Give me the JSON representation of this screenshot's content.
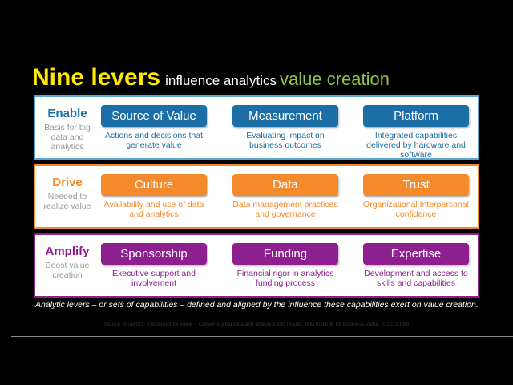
{
  "title": {
    "bold": "Nine levers",
    "middle": "influence analytics",
    "end": "value creation"
  },
  "colors": {
    "enable": "#1b6fa6",
    "drive": "#f58a2c",
    "amplify": "#8e1f8e"
  },
  "rows": [
    {
      "name": "Enable",
      "desc": "Basis for big data and analytics",
      "levers": [
        {
          "label": "Source of Value",
          "desc": "Actions and decisions that generate value"
        },
        {
          "label": "Measurement",
          "desc": "Evaluating impact on business outcomes"
        },
        {
          "label": "Platform",
          "desc": "Integrated capabilities delivered by hardware and software"
        }
      ]
    },
    {
      "name": "Drive",
      "desc": "Needed to realize value",
      "levers": [
        {
          "label": "Culture",
          "desc": "Availability and use of data and analytics"
        },
        {
          "label": "Data",
          "desc": "Data management practices and governance"
        },
        {
          "label": "Trust",
          "desc": "Organizational Interpersonal confidence"
        }
      ]
    },
    {
      "name": "Amplify",
      "desc": "Boost value creation",
      "levers": [
        {
          "label": "Sponsorship",
          "desc": "Executive support and involvement"
        },
        {
          "label": "Funding",
          "desc": "Financial rigor in analytics funding process"
        },
        {
          "label": "Expertise",
          "desc": "Development and access to skills and capabilities"
        }
      ]
    }
  ],
  "caption": "Analytic levers – or sets of capabilities – defined and aligned by the influence these capabilities exert on value creation.",
  "source": "Source: Analytics: A blueprint for value – Converting big data and analytics into results, IBM Institute for Business Value. © 2013 IBM"
}
